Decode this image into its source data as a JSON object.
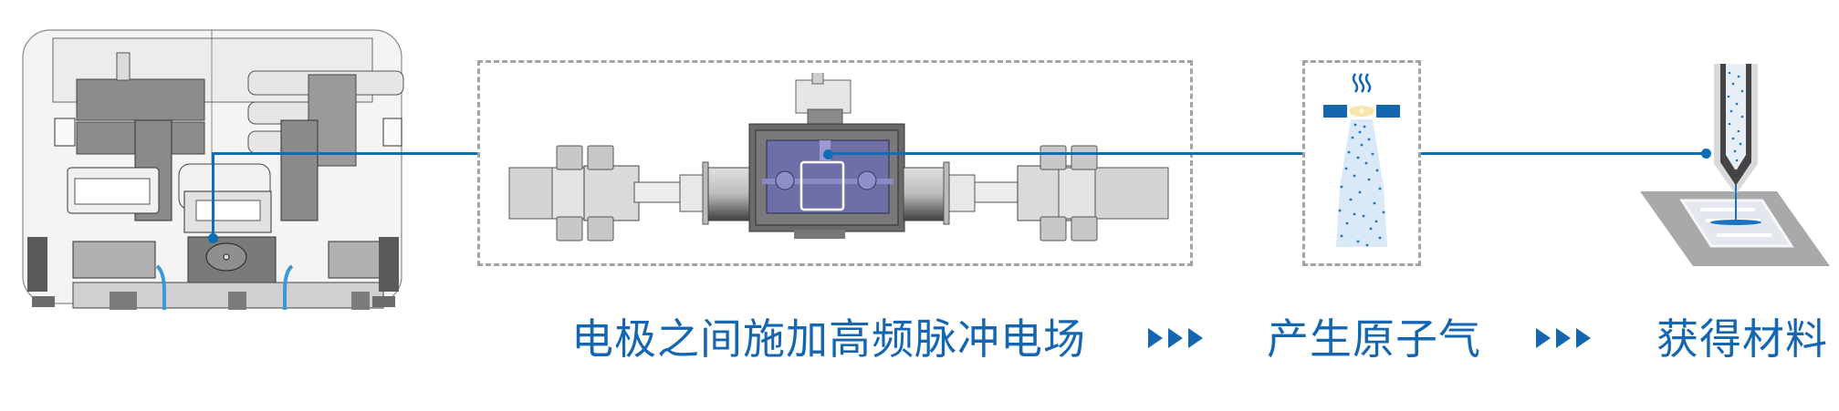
{
  "colors": {
    "accent": "#1566b0",
    "connector": "#0d6db7",
    "dash_border": "#a3a3a3",
    "chamber_window": "#6f6fa8",
    "metal_dark": "#5e5e60",
    "metal_light": "#d8d8d8",
    "particle": "#1a73c0"
  },
  "stages": [
    {
      "id": "machine",
      "icon": "spark-ablation-machine-icon"
    },
    {
      "id": "electrode-chamber",
      "icon": "electrode-chamber-icon"
    },
    {
      "id": "atom-vapor",
      "icon": "atom-vapor-spray-icon"
    },
    {
      "id": "material-deposition",
      "icon": "nozzle-deposition-icon"
    }
  ],
  "steps": [
    {
      "label": "电极之间施加高频脉冲电场"
    },
    {
      "label": "产生原子气"
    },
    {
      "label": "获得材料"
    }
  ],
  "separator": {
    "icon": "triple-arrow-right-icon"
  }
}
